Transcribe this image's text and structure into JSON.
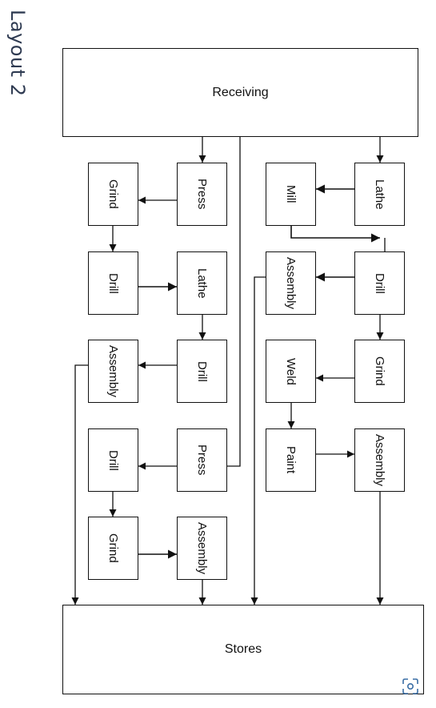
{
  "title": "Layout 2",
  "receiving": "Receiving",
  "stores": "Stores",
  "left_column": [
    "Grind",
    "Drill",
    "Assembly",
    "Drill",
    "Grind"
  ],
  "center_left_column": [
    "Press",
    "Lathe",
    "Drill",
    "Press",
    "Assembly"
  ],
  "center_right_column": [
    "Mill",
    "Assembly",
    "Weld",
    "Paint"
  ],
  "right_column": [
    "Lathe",
    "Drill",
    "Grind",
    "Assembly"
  ],
  "icons": {
    "corner": "focus-icon"
  },
  "colors": {
    "title": "#2f3b52",
    "lines": "#111111"
  }
}
